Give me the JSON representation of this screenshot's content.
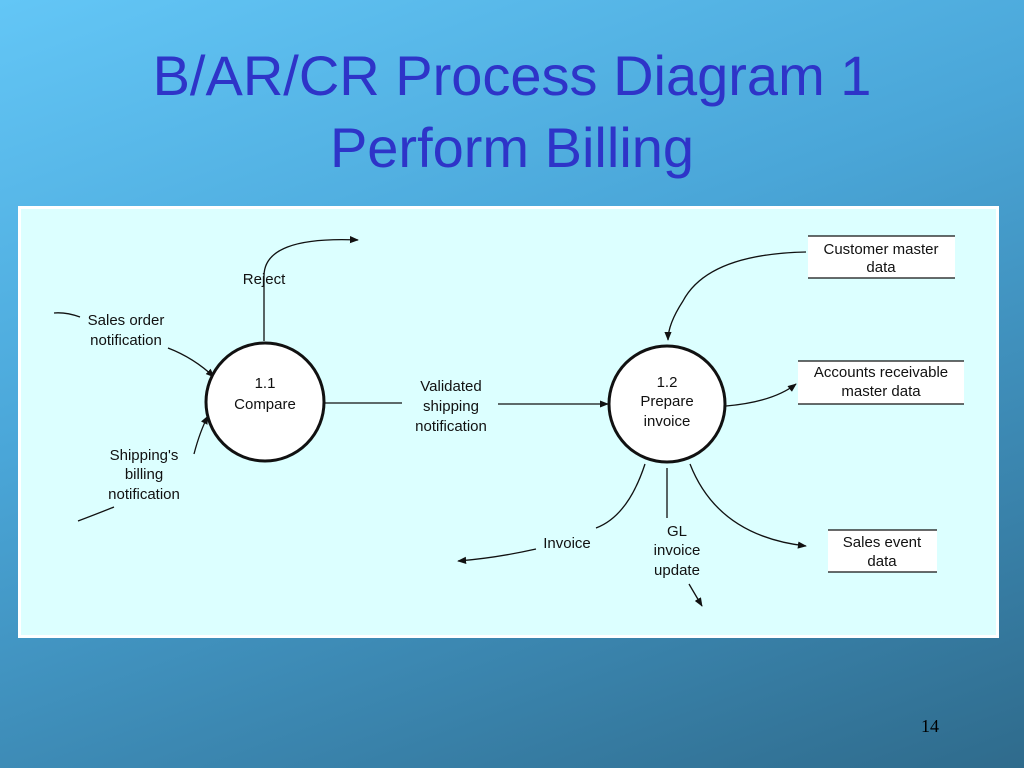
{
  "slide": {
    "title_line1": "B/AR/CR Process Diagram 1",
    "title_line2": "Perform Billing",
    "page_number": "14"
  },
  "diagram": {
    "processes": [
      {
        "id": "1.1",
        "name": "Compare"
      },
      {
        "id": "1.2",
        "name": "Prepare invoice"
      }
    ],
    "data_stores": [
      {
        "line1": "Customer master",
        "line2": "data"
      },
      {
        "line1": "Accounts receivable",
        "line2": "master data"
      },
      {
        "line1": "Sales event",
        "line2": "data"
      }
    ],
    "flows": {
      "reject": "Reject",
      "sales_order": {
        "line1": "Sales order",
        "line2": "notification"
      },
      "shipping_billing": {
        "line1": "Shipping's",
        "line2": "billing",
        "line3": "notification"
      },
      "validated": {
        "line1": "Validated",
        "line2": "shipping",
        "line3": "notification"
      },
      "invoice": "Invoice",
      "gl_update": {
        "line1": "GL",
        "line2": "invoice",
        "line3": "update"
      }
    }
  },
  "colors": {
    "title": "#2e34c8",
    "panel_bg": "#dcffff",
    "line": "#111111"
  }
}
